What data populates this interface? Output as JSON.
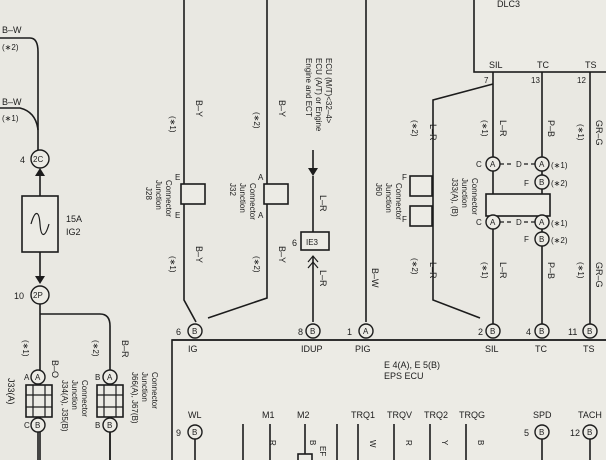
{
  "top": {
    "dlc3": "DLC3",
    "sil": "SIL",
    "tc": "TC",
    "ts": "TS",
    "pin7": "7",
    "pin13": "13",
    "pin12": "12"
  },
  "left": {
    "wire_bw1": "B–W",
    "wire_bw1_note": "(∗2)",
    "wire_bw2": "B–W",
    "wire_bw2_note": "(∗1)",
    "conn_2c_pin": "4",
    "conn_2c": "2C",
    "fuse_amp": "15A",
    "fuse_name": "IG2",
    "conn_2p_pin": "10",
    "conn_2p": "2P",
    "wire_bo": "B–O",
    "wire_bo_note": "(∗1)",
    "wire_br": "B–R",
    "wire_br_note": "(∗2)",
    "j33": "J33(A)",
    "j34": "J34(A), J35(B)",
    "j34_l2": "Junction",
    "j34_l3": "Connector",
    "j66": "J66(A), J67(B)",
    "j66_l2": "Junction",
    "j66_l3": "Connector"
  },
  "connectors": {
    "A": "A",
    "B": "B",
    "C": "C",
    "D": "D",
    "E": "E",
    "F": "F"
  },
  "mid": {
    "j28_wire": "B–Y",
    "j28_note": "(∗1)",
    "j28": "J28",
    "j28_l2": "Junction",
    "j28_l3": "Connector",
    "j28_wire2": "B–Y",
    "j28_note2": "(∗1)",
    "j32_wire": "B–Y",
    "j32_note": "(∗2)",
    "j32": "J32",
    "j32_l2": "Junction",
    "j32_l3": "Connector",
    "j32_wire2": "B–Y",
    "j32_note2": "(∗2)",
    "ecu_label1": "Engine and ECT",
    "ecu_label2": "ECU (A/T) or Engine",
    "ecu_label3": "ECU (M/T)<32–4>",
    "lr_wire": "L–R",
    "ie3_pin": "6",
    "ie3": "IE3",
    "lr_wire2": "L–R",
    "bw_wire": "B–W",
    "j60": "J60",
    "j60_l2": "Junction",
    "j60_l3": "Connector",
    "lr_wire3": "L–R",
    "lr_note3": "(∗2)",
    "lr_wire4": "L–R",
    "lr_note4": "(∗2)",
    "lr_wire5": "L–R",
    "lr_note5": "(∗1)",
    "lr_wire6": "L–R",
    "lr_note6": "(∗1)",
    "j33b": "J33(A), (B)",
    "j33b_l2": "Junction",
    "j33b_l3": "Connector",
    "pb_wire": "P–B",
    "pb_wire2": "P–B",
    "grg_wire": "GR–G",
    "grg_note": "(∗1)",
    "grg_wire2": "GR–G",
    "grg_note2": "(∗1)",
    "note_1": "(∗1)",
    "note_2": "(∗2)"
  },
  "ecu": {
    "pin6": "6",
    "ig": "IG",
    "pin8": "8",
    "idup": "IDUP",
    "pin1": "1",
    "pig": "PIG",
    "pin2": "2",
    "sil": "SIL",
    "pin4": "4",
    "tc": "TC",
    "pin11": "11",
    "ts": "TS",
    "name1": "E 4(A), E 5(B)",
    "name2": "EPS ECU",
    "wl": "WL",
    "m1": "M1",
    "m2": "M2",
    "trq1": "TRQ1",
    "trqv": "TRQV",
    "trq2": "TRQ2",
    "trqg": "TRQG",
    "spd": "SPD",
    "tach": "TACH",
    "pin9": "9",
    "pin5": "5",
    "pin12": "12",
    "w_r": "R",
    "w_b": "B",
    "w_w": "W",
    "w_r2": "R",
    "w_y": "Y",
    "w_b2": "B",
    "ef": "EF"
  }
}
